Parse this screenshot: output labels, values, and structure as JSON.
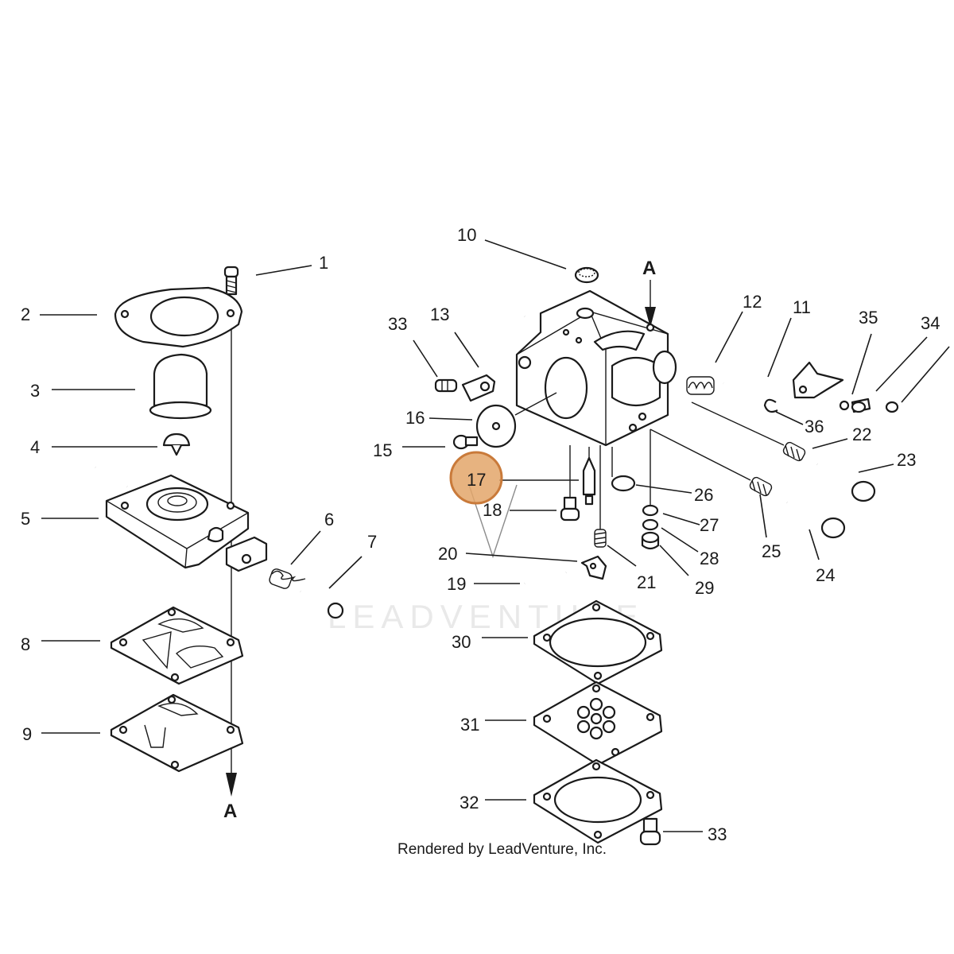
{
  "diagram": {
    "callouts": [
      "1",
      "2",
      "3",
      "4",
      "5",
      "6",
      "7",
      "8",
      "9",
      "10",
      "11",
      "12",
      "13",
      "33",
      "16",
      "15",
      "17",
      "18",
      "20",
      "19",
      "21",
      "22",
      "23",
      "35",
      "34",
      "36",
      "26",
      "27",
      "28",
      "29",
      "25",
      "24",
      "30",
      "31",
      "32",
      "33"
    ],
    "arrow_labels": {
      "top": "A",
      "bottom": "A"
    },
    "highlight": {
      "label": "17",
      "color": "#e3a66a",
      "ring_color": "#c97a3a"
    },
    "credit": "Rendered by LeadVenture, Inc.",
    "watermark": "LEADVENTURE"
  }
}
